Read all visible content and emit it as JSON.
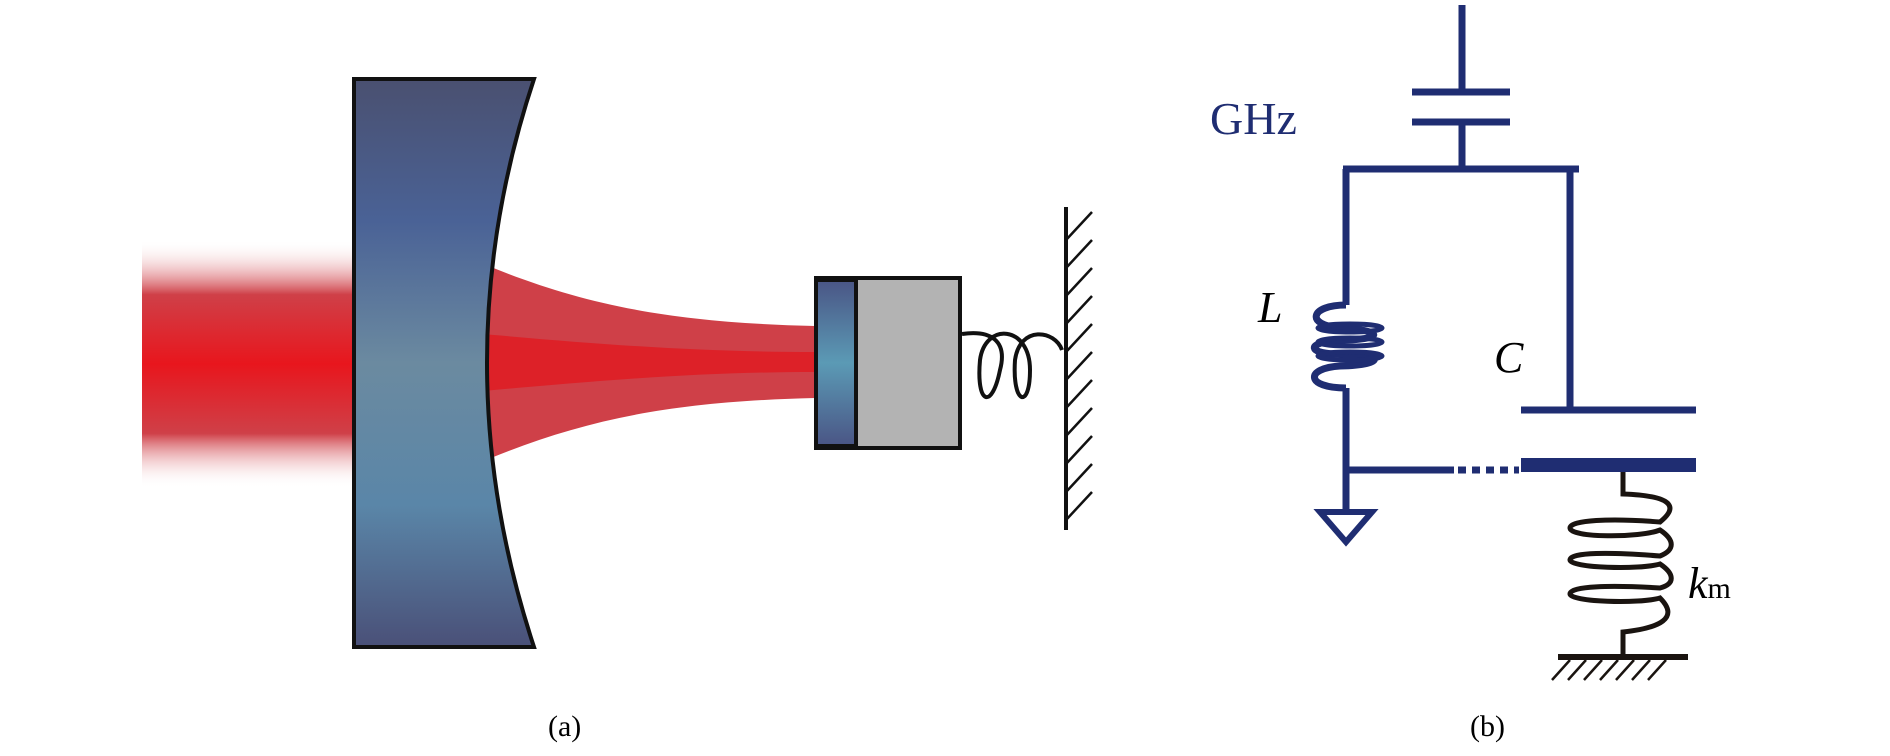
{
  "panel_a": {
    "caption": "(a)"
  },
  "panel_b": {
    "caption": "(b)",
    "labels": {
      "source": "GHz",
      "inductor": "L",
      "capacitor": "C",
      "spring_k": "k",
      "spring_sub": "m"
    }
  },
  "colors": {
    "circuit": "#1f2d72",
    "beam": "#e3141b",
    "mirror": "#4a5b8c",
    "mass": "#b3b3b3",
    "ink": "#1a1410"
  }
}
